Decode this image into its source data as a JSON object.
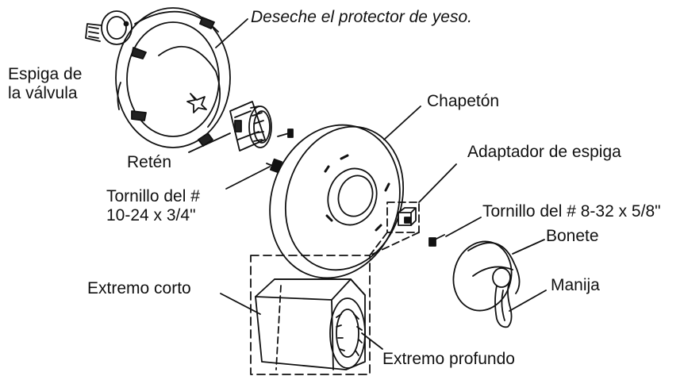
{
  "diagram": {
    "labels": {
      "discard_note": "Deseche el protector de yeso.",
      "valve_stem_line1": "Espiga de",
      "valve_stem_line2": "la válvula",
      "retainer": "Retén",
      "screw_large_line1": "Tornillo del #",
      "screw_large_line2": "10-24 x 3/4\"",
      "escutcheon": "Chapetón",
      "stem_adapter": "Adaptador de espiga",
      "screw_small": "Tornillo del # 8-32 x 5/8\"",
      "bonnet": "Bonete",
      "handle": "Manija",
      "short_end": "Extremo corto",
      "deep_end": "Extremo profundo"
    },
    "colors": {
      "ink": "#111111",
      "background": "#ffffff"
    }
  }
}
